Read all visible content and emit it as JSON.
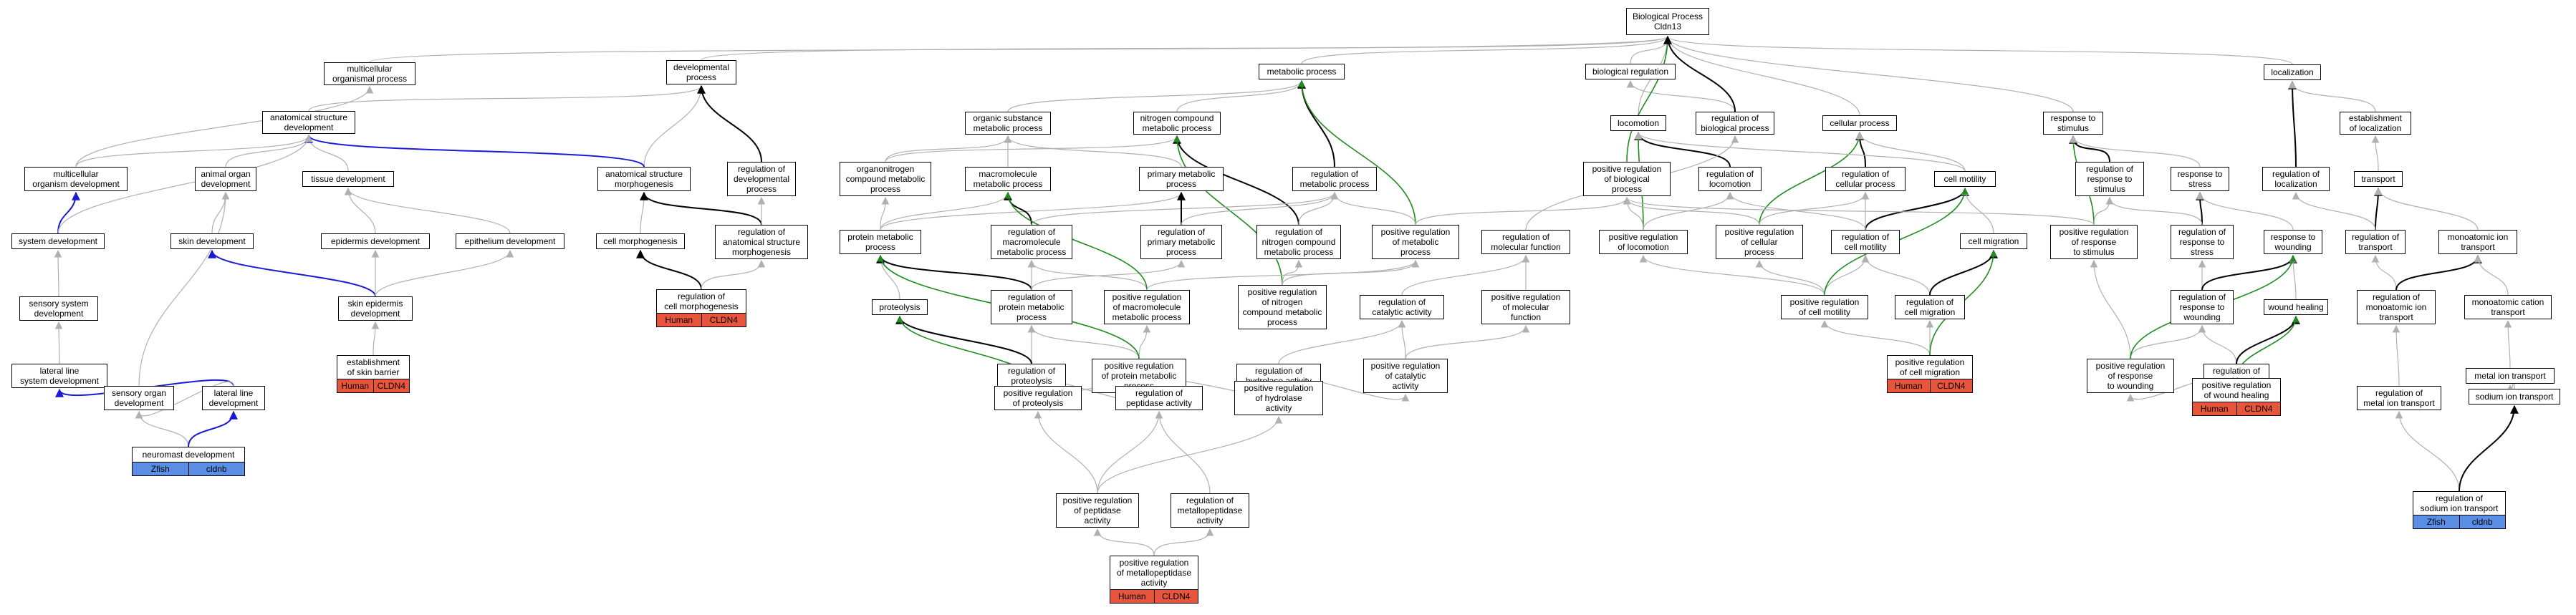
{
  "colors": {
    "human": "#e8553d",
    "zfish": "#5b8fe6",
    "edge_gray": "#b0b0b0",
    "edge_black": "#000000",
    "edge_green": "#1e8c1e",
    "edge_blue": "#1a1ad6"
  },
  "nodes": {
    "bp": "Biological Process\nCldn13",
    "multicellular_organismal_process": "multicellular\norganismal process",
    "developmental_process": "developmental\nprocess",
    "metabolic_process": "metabolic process",
    "biological_regulation": "biological regulation",
    "localization": "localization",
    "anatomical_structure_development": "anatomical structure\ndevelopment",
    "organic_substance_metabolic_process": "organic substance\nmetabolic process",
    "nitrogen_compound_metabolic_process": "nitrogen compound\nmetabolic process",
    "locomotion": "locomotion",
    "regulation_of_biological_process": "regulation of\nbiological process",
    "cellular_process": "cellular process",
    "response_to_stimulus": "response to\nstimulus",
    "establishment_of_localization": "establishment\nof localization",
    "multicellular_organism_development": "multicellular\norganism development",
    "animal_organ_development": "animal organ\ndevelopment",
    "tissue_development": "tissue development",
    "anatomical_structure_morphogenesis": "anatomical structure\nmorphogenesis",
    "regulation_of_developmental_process": "regulation of\ndevelopmental\nprocess",
    "organonitrogen_compound_metabolic_process": "organonitrogen\ncompound metabolic\nprocess",
    "macromolecule_metabolic_process": "macromolecule\nmetabolic process",
    "primary_metabolic_process": "primary metabolic\nprocess",
    "regulation_of_metabolic_process": "regulation of\nmetabolic process",
    "positive_regulation_of_biological_process": "positive regulation\nof biological\nprocess",
    "regulation_of_locomotion": "regulation of\nlocomotion",
    "regulation_of_cellular_process": "regulation of\ncellular process",
    "cell_motility": "cell motility",
    "regulation_of_response_to_stimulus": "regulation of\nresponse to\nstimulus",
    "response_to_stress": "response to\nstress",
    "regulation_of_localization": "regulation of\nlocalization",
    "transport": "transport",
    "system_development": "system development",
    "skin_development": "skin development",
    "epidermis_development": "epidermis development",
    "epithelium_development": "epithelium development",
    "cell_morphogenesis": "cell morphogenesis",
    "regulation_of_anatomical_structure_morphogenesis": "regulation of\nanatomical structure\nmorphogenesis",
    "protein_metabolic_process": "protein metabolic\nprocess",
    "regulation_of_macromolecule_metabolic_process": "regulation of\nmacromolecule\nmetabolic process",
    "regulation_of_primary_metabolic_process": "regulation of\nprimary metabolic\nprocess",
    "regulation_of_nitrogen_compound_metabolic_process": "regulation of\nnitrogen compound\nmetabolic process",
    "positive_regulation_of_metabolic_process": "positive regulation\nof metabolic\nprocess",
    "regulation_of_molecular_function": "regulation of\nmolecular function",
    "positive_regulation_of_locomotion": "positive regulation\nof locomotion",
    "positive_regulation_of_cellular_process": "positive regulation\nof cellular\nprocess",
    "regulation_of_cell_motility": "regulation of\ncell motility",
    "cell_migration": "cell migration",
    "positive_regulation_of_response_to_stimulus": "positive regulation\nof response\nto stimulus",
    "regulation_of_response_to_stress": "regulation of\nresponse to\nstress",
    "response_to_wounding": "response to\nwounding",
    "regulation_of_transport": "regulation of\ntransport",
    "monoatomic_ion_transport": "monoatomic ion\ntransport",
    "sensory_system_development": "sensory system\ndevelopment",
    "skin_epidermis_development": "skin epidermis\ndevelopment",
    "regulation_of_cell_morphogenesis": "regulation of\ncell morphogenesis",
    "proteolysis": "proteolysis",
    "regulation_of_protein_metabolic_process": "regulation of\nprotein metabolic\nprocess",
    "positive_regulation_of_macromolecule_metabolic_process": "positive regulation\nof macromolecule\nmetabolic process",
    "positive_regulation_of_nitrogen_compound_metabolic_process": "positive regulation\nof nitrogen\ncompound metabolic\nprocess",
    "regulation_of_catalytic_activity": "regulation of\ncatalytic activity",
    "positive_regulation_of_molecular_function": "positive regulation\nof molecular\nfunction",
    "positive_regulation_of_cell_motility": "positive regulation\nof cell motility",
    "regulation_of_cell_migration": "regulation of\ncell migration",
    "regulation_of_response_to_wounding": "regulation of\nresponse to\nwounding",
    "wound_healing": "wound healing",
    "regulation_of_monoatomic_ion_transport": "regulation of\nmonoatomic ion\ntransport",
    "monoatomic_cation_transport": "monoatomic cation\ntransport",
    "lateral_line_system_development": "lateral line\nsystem development",
    "establishment_of_skin_barrier": "establishment\nof skin barrier",
    "regulation_of_proteolysis": "regulation of\nproteolysis",
    "positive_regulation_of_protein_metabolic_process": "positive regulation\nof protein metabolic\nprocess",
    "regulation_of_hydrolase_activity": "regulation of\nhydrolase activity",
    "positive_regulation_of_catalytic_activity": "positive regulation\nof catalytic\nactivity",
    "positive_regulation_of_cell_migration": "positive regulation\nof cell migration",
    "positive_regulation_of_response_to_wounding": "positive regulation\nof response\nto wounding",
    "regulation_of_wound_healing": "regulation of\nwound healing",
    "metal_ion_transport": "metal ion transport",
    "sensory_organ_development": "sensory organ\ndevelopment",
    "lateral_line_development": "lateral line\ndevelopment",
    "positive_regulation_of_proteolysis": "positive regulation\nof proteolysis",
    "regulation_of_peptidase_activity": "regulation of\npeptidase activity",
    "positive_regulation_of_hydrolase_activity": "positive regulation\nof hydrolase\nactivity",
    "positive_regulation_of_wound_healing": "positive regulation\nof wound healing",
    "regulation_of_metal_ion_transport": "regulation of\nmetal ion transport",
    "sodium_ion_transport": "sodium ion transport",
    "neuromast_development": "neuromast development",
    "positive_regulation_of_peptidase_activity": "positive regulation\nof peptidase\nactivity",
    "regulation_of_metallopeptidase_activity": "regulation of\nmetallopeptidase\nactivity",
    "regulation_of_sodium_ion_transport": "regulation of\nsodium ion transport",
    "positive_regulation_of_metallopeptidase_activity": "positive regulation\nof metallopeptidase\nactivity"
  },
  "annotations": {
    "reg_cell_morph": [
      "Human",
      "CLDN4"
    ],
    "skin_barrier": [
      "Human",
      "CLDN4"
    ],
    "pos_reg_cell_migration": [
      "Human",
      "CLDN4"
    ],
    "pos_reg_wound_healing": [
      "Human",
      "CLDN4"
    ],
    "pos_reg_metallopeptidase": [
      "Human",
      "CLDN4"
    ],
    "neuromast": [
      "Zfish",
      "cldnb"
    ],
    "reg_sodium_ion_transport": [
      "Zfish",
      "cldnb"
    ]
  }
}
